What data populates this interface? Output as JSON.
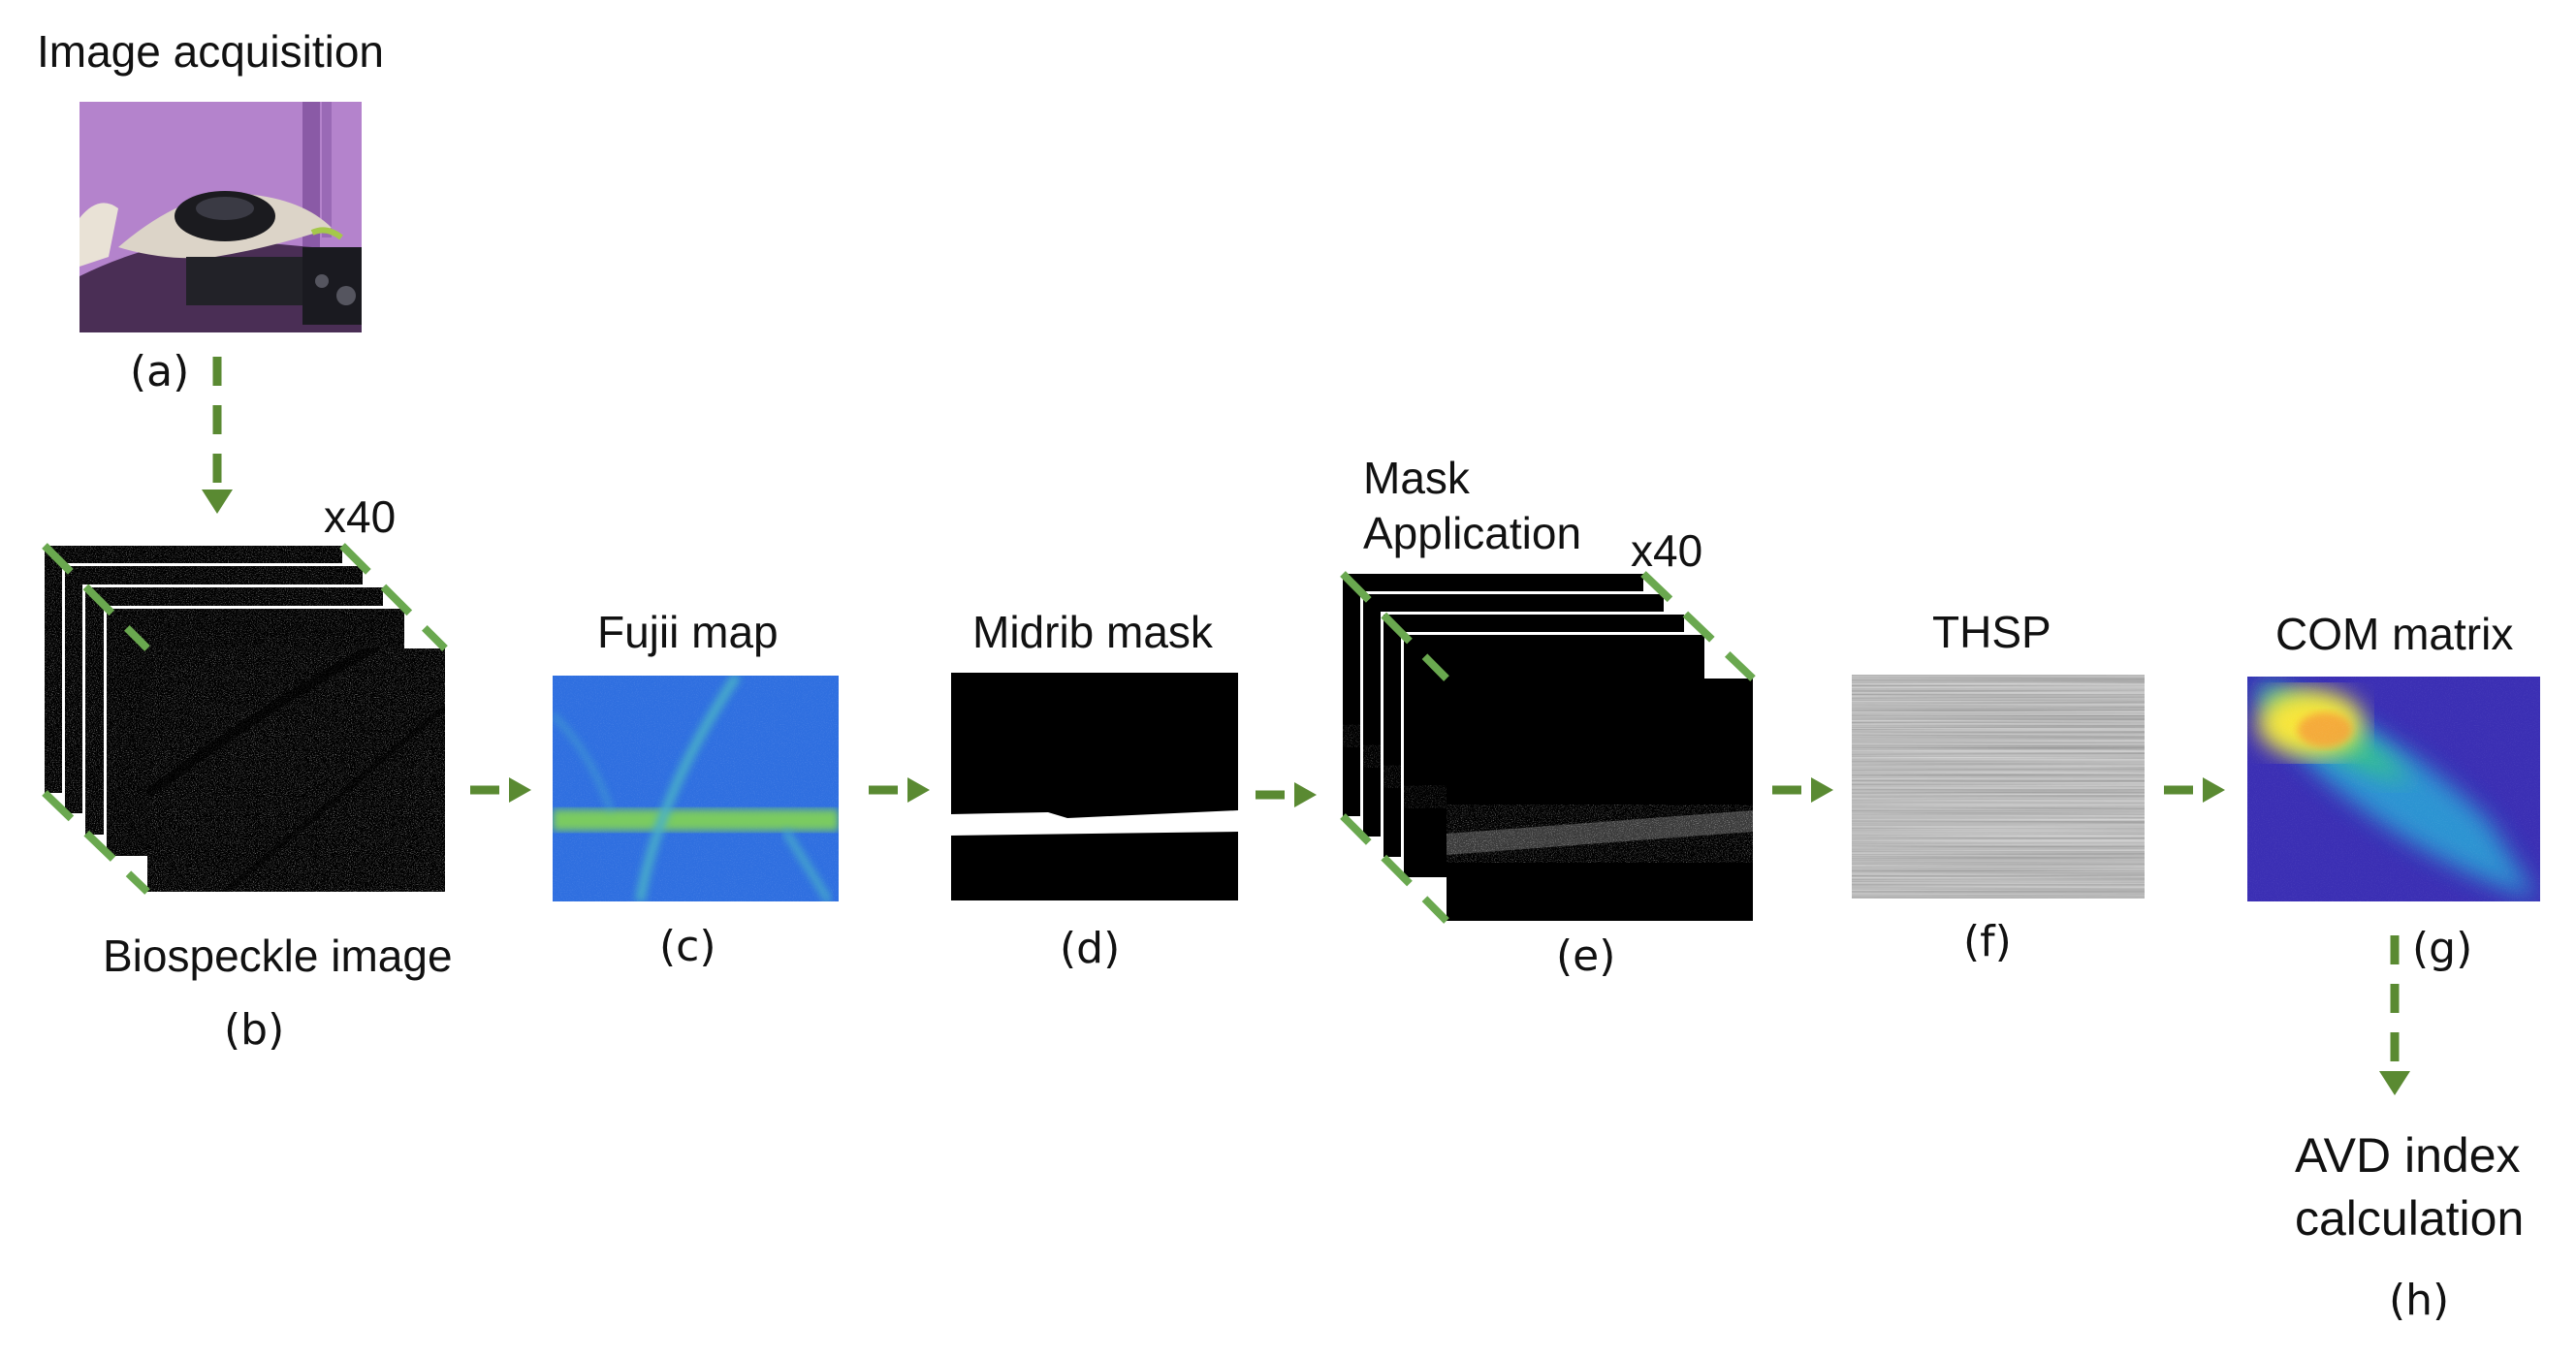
{
  "steps": {
    "a": {
      "title": "Image acquisition",
      "tag": "(a)"
    },
    "b": {
      "title": "Biospeckle image",
      "tag": "(b)",
      "count": "x40"
    },
    "c": {
      "title": "Fujii map",
      "tag": "(c)"
    },
    "d": {
      "title": "Midrib mask",
      "tag": "(d)"
    },
    "e": {
      "title_line1": "Mask",
      "title_line2": "Application",
      "tag": "(e)",
      "count": "x40"
    },
    "f": {
      "title": "THSP",
      "tag": "(f)"
    },
    "g": {
      "title": "COM matrix",
      "tag": "(g)"
    },
    "h": {
      "title_line1": "AVD index",
      "title_line2": "calculation",
      "tag": "(h)"
    }
  },
  "colors": {
    "arrow": "#5a8a32",
    "stack_edge": "#6aa84f",
    "photo_bg": "#b07fc8",
    "fujii_bg": "#2f7de0",
    "fujii_vein": "#7fd05a",
    "com_bg": "#3a2fb0",
    "com_hot": "#f7e53a"
  }
}
